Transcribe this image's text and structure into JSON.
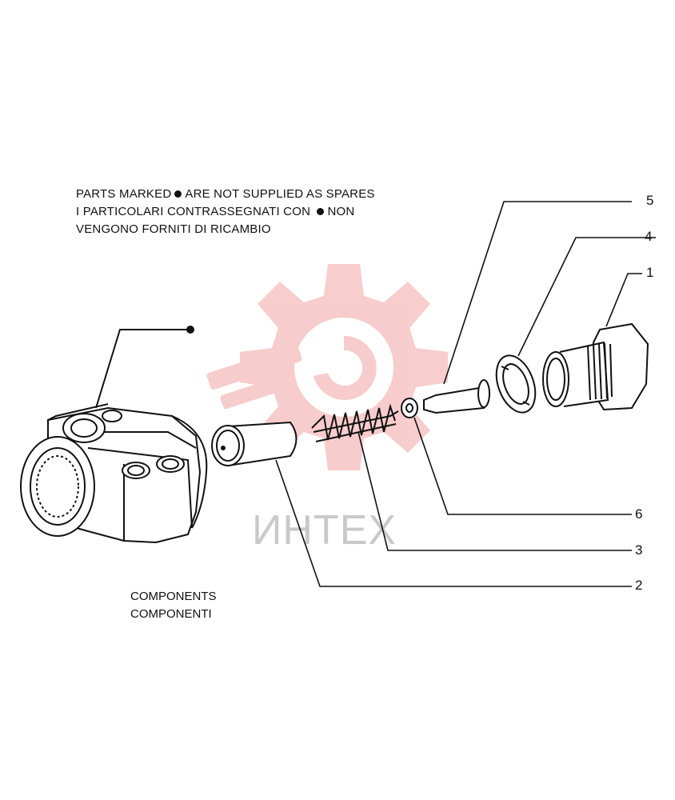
{
  "notes": {
    "line1_a": "PARTS MARKED",
    "line1_b": "ARE NOT SUPPLIED AS SPARES",
    "line2_a": "I PARTICOLARI CONTRASSEGNATI CON",
    "line2_b": "NON",
    "line3": "VENGONO FORNITI DI RICAMBIO"
  },
  "caption": {
    "en": "COMPONENTS",
    "it": "COMPONENTI"
  },
  "callouts": {
    "c1": "1",
    "c2": "2",
    "c3": "3",
    "c4": "4",
    "c5": "5",
    "c6": "6"
  },
  "watermark": {
    "text": "ИНТЕХ",
    "color": "#f3b8b8"
  }
}
